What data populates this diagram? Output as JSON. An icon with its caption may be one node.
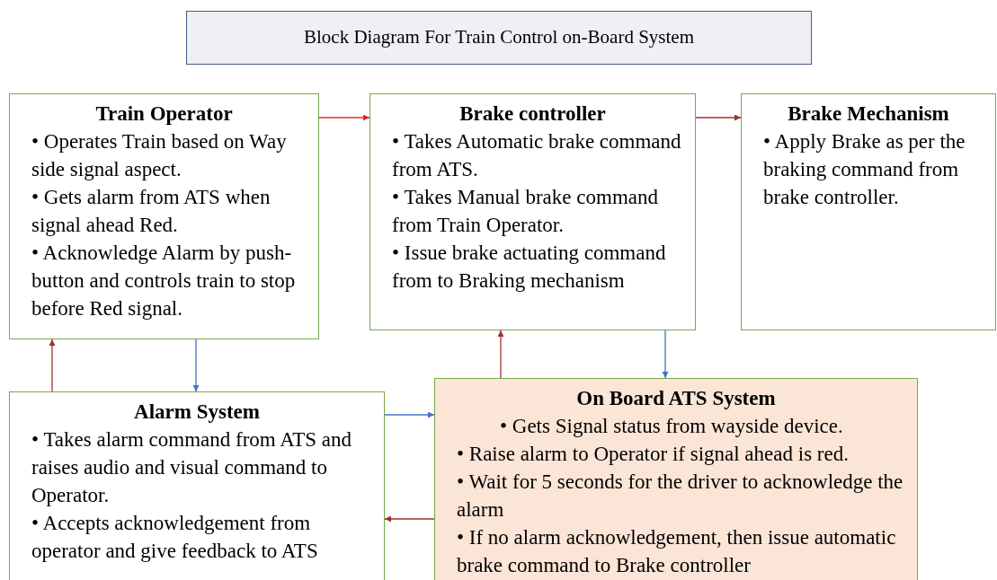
{
  "diagram": {
    "title": "Block Diagram For Train Control on-Board System",
    "nodes": [
      {
        "text": [
          "Train Operator",
          "• Operates Train based on Way side signal aspect.",
          "• Gets alarm from ATS when signal ahead Red.",
          "• Acknowledge Alarm by push-button and controls train to stop before Red signal."
        ]
      },
      {
        "text": [
          "Brake controller",
          "• Takes Automatic brake command from ATS.",
          "• Takes Manual brake command from Train Operator.",
          "• Issue brake actuating command from to Braking mechanism"
        ]
      },
      {
        "text": [
          "Brake Mechanism",
          "• Apply Brake as per the braking command from brake controller."
        ]
      },
      {
        "text": [
          "Alarm System",
          "• Takes alarm command from ATS and raises audio and visual command to Operator.",
          "• Accepts acknowledgement from operator and give feedback to ATS"
        ]
      },
      {
        "text": [
          "On Board ATS System",
          "• Gets Signal status from wayside device.",
          "• Raise alarm to Operator if signal ahead is red.",
          "• Wait for 5 seconds for the driver to acknowledge the alarm",
          "• If no alarm acknowledgement, then issue automatic brake command to Brake controller"
        ]
      }
    ],
    "edges": [
      {
        "from": 0,
        "to": 1,
        "arrow": "to",
        "color": "#e8262a"
      },
      {
        "from": 1,
        "to": 2,
        "arrow": "to"
      },
      {
        "from": 3,
        "to": 0,
        "arrow": "to"
      },
      {
        "from": 0,
        "to": 3,
        "arrow": "to",
        "color": "#4472c4"
      },
      {
        "from": 1,
        "to": 4,
        "arrow": "to",
        "color": "#4472c4"
      },
      {
        "from": 4,
        "to": 1,
        "arrow": "to"
      },
      {
        "from": 3,
        "to": 4,
        "arrow": "to",
        "color": "#4472c4"
      },
      {
        "from": 4,
        "to": 3,
        "arrow": "to"
      }
    ]
  }
}
